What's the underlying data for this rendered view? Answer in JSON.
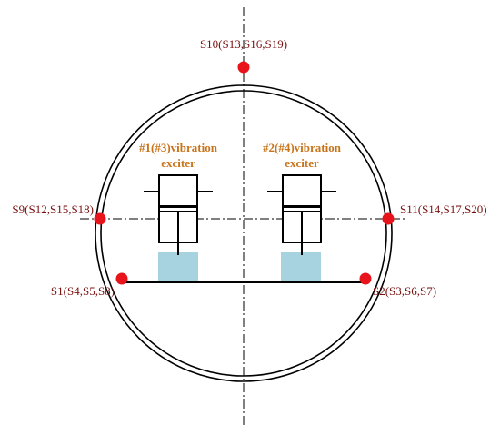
{
  "colors": {
    "ring": "#000000",
    "centerline": "#000000",
    "sensor_dot": "#e8141c",
    "sensor_label": "#7a0f0f",
    "exciter_label": "#c8741a",
    "water_fill": "#a7d3e0"
  },
  "exciters": {
    "left_label_line1": "#1(#3)vibration",
    "left_label_line2": "exciter",
    "right_label_line1": "#2(#4)vibration",
    "right_label_line2": "exciter"
  },
  "sensors": {
    "top": "S10(S13,S16,S19)",
    "left": "S9(S12,S15,S18)",
    "right": "S11(S14,S17,S20)",
    "bottom_left": "S1(S4,S5,S8)",
    "bottom_right": "S2(S3,S6,S7)"
  }
}
